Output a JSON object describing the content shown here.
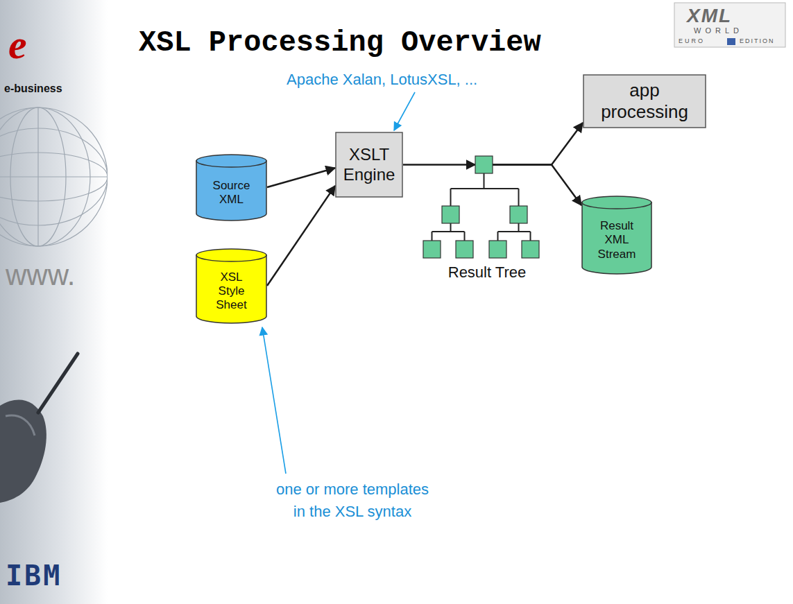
{
  "diagram": {
    "title": "XSL Processing Overview",
    "nodes": [
      {
        "text": [
          "Source XML"
        ]
      },
      {
        "text": [
          "XSL Style Sheet"
        ]
      },
      {
        "text": [
          "XSLT Engine"
        ]
      },
      {
        "text": [
          "Result Tree"
        ]
      },
      {
        "text": [
          "app processing"
        ]
      },
      {
        "text": [
          "Result XML Stream"
        ]
      }
    ],
    "edges": [
      {
        "from": 0,
        "to": 2,
        "arrow": "to"
      },
      {
        "from": 1,
        "to": 2,
        "arrow": "to"
      },
      {
        "from": 2,
        "to": 3,
        "arrow": "to"
      },
      {
        "from": 3,
        "to": 4,
        "arrow": "to"
      },
      {
        "from": 3,
        "to": 5,
        "arrow": "to"
      }
    ],
    "labels": [
      "Apache Xalan, LotusXSL, ...",
      "one or more templates in the XSL syntax",
      "e",
      "e-business",
      "www.",
      "IBM",
      "XML",
      "WORLD",
      "EURO",
      "EDITION"
    ]
  }
}
